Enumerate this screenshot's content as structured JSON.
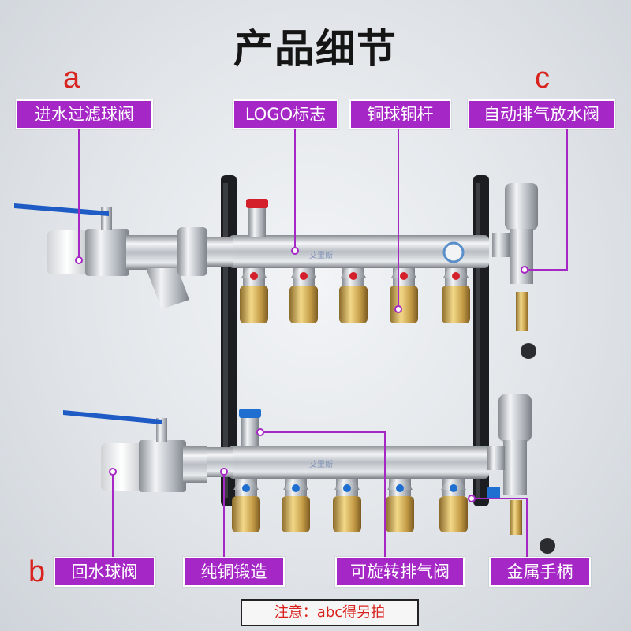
{
  "title": "产品细节",
  "markers": {
    "a": "a",
    "b": "b",
    "c": "c"
  },
  "labels": {
    "inlet_filter_valve": "进水过滤球阀",
    "logo": "LOGO标志",
    "copper_ball_stem": "铜球铜杆",
    "auto_vent_drain": "自动排气放水阀",
    "return_valve": "回水球阀",
    "forged_copper": "纯铜锻造",
    "rotatable_vent": "可旋转排气阀",
    "metal_handle": "金属手柄"
  },
  "note": "注意：abc得另拍",
  "colors": {
    "tag": "#a527c5",
    "marker": "#d8231e",
    "valve_red": "#d4202a",
    "valve_blue": "#1f6fd1"
  }
}
